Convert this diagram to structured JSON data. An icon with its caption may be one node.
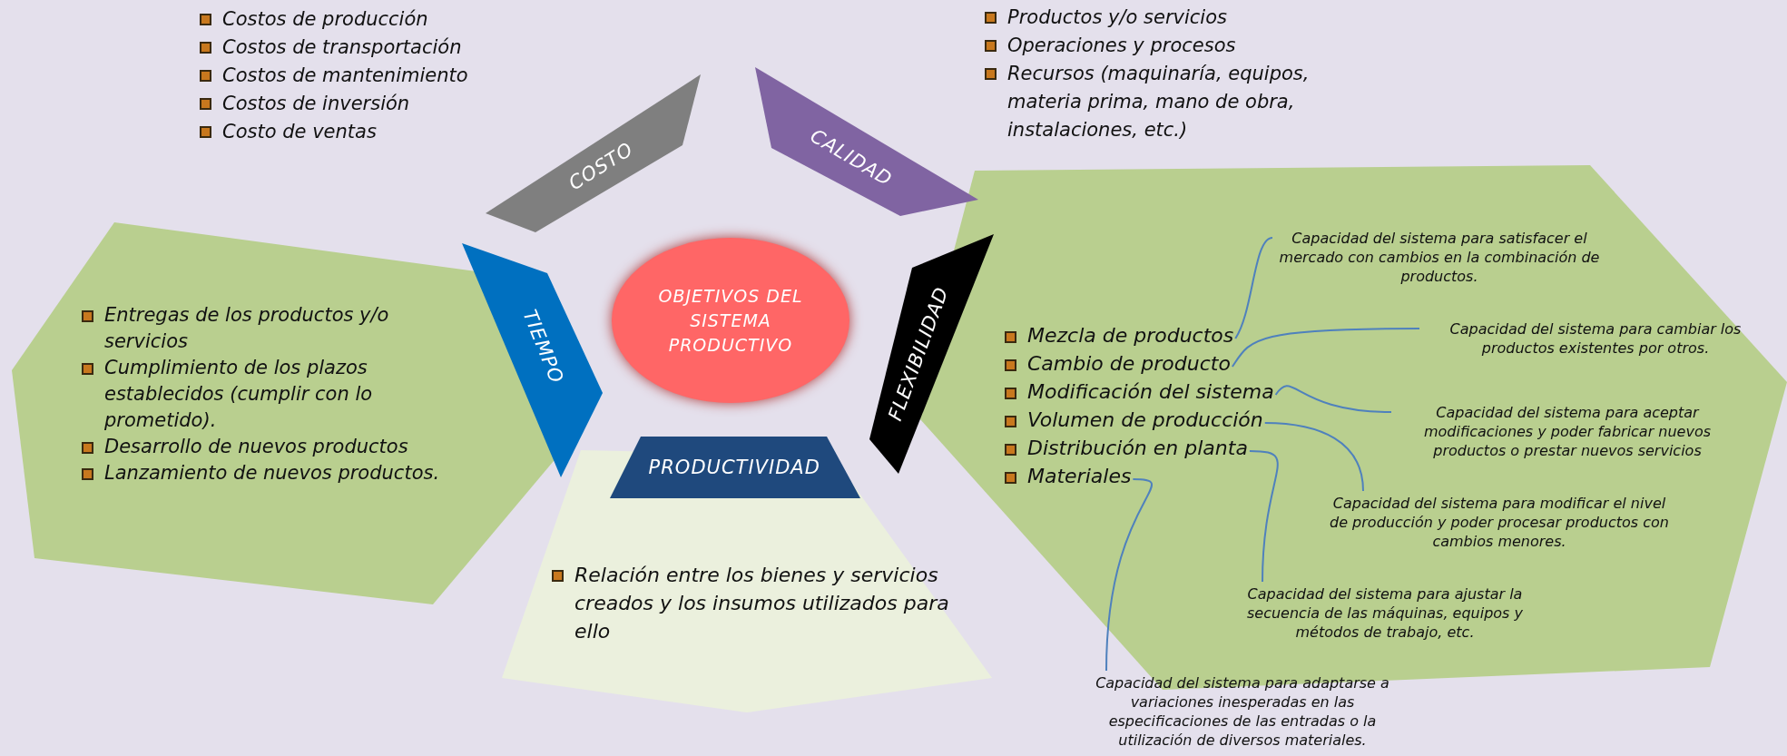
{
  "diagram": {
    "nodes": [
      {
        "text": [
          "COSTO"
        ]
      },
      {
        "text": [
          "CALIDAD"
        ]
      },
      {
        "text": [
          "TIEMPO"
        ]
      },
      {
        "text": [
          "OBJETIVOS DEL SISTEMA PRODUCTIVO"
        ]
      },
      {
        "text": [
          "FLEXIBILIDAD"
        ]
      },
      {
        "text": [
          "PRODUCTIVIDAD"
        ]
      },
      {
        "text": [
          "Entregas de los productos y/o servicios",
          "Cumplimiento de los plazos establecidos (cumplir con lo prometido).",
          "Desarrollo de nuevos productos",
          "Lanzamiento de nuevos productos."
        ]
      },
      {
        "text": [
          "Relación entre los bienes y servicios creados y los insumos utilizados para ello"
        ]
      },
      {
        "text": [],
        "shape": "box"
      },
      {
        "text": [
          "Mezcla de productos"
        ],
        "in": 8
      },
      {
        "text": [
          "Cambio de producto"
        ],
        "in": 8
      },
      {
        "text": [
          "Modificación del sistema"
        ],
        "in": 8
      },
      {
        "text": [
          "Volumen de producción"
        ],
        "in": 8
      },
      {
        "text": [
          "Distribución en planta"
        ],
        "in": 8
      },
      {
        "text": [
          "Materiales"
        ],
        "in": 8
      },
      {
        "text": [
          "Capacidad del sistema para satisfacer el mercado con cambios en la combinación de productos."
        ],
        "in": 8
      },
      {
        "text": [
          "Capacidad del sistema para cambiar los productos existentes por otros."
        ],
        "in": 8
      },
      {
        "text": [
          "Capacidad del sistema para aceptar modificaciones y poder fabricar nuevos productos o prestar nuevos servicios"
        ],
        "in": 8
      },
      {
        "text": [
          "Capacidad del sistema para modificar el nivel de producción y poder procesar productos con cambios menores."
        ],
        "in": 8
      },
      {
        "text": [
          "Capacidad del sistema para ajustar la secuencia de las máquinas, equipos y métodos de trabajo, etc."
        ],
        "in": 8
      },
      {
        "text": [
          "Capacidad del sistema para adaptarse a variaciones inesperadas en las especificaciones de las entradas o la utilización de diversos materiales."
        ]
      }
    ],
    "edges": [
      {
        "from": 9,
        "to": 15,
        "arrow": "none"
      },
      {
        "from": 10,
        "to": 16,
        "arrow": "none"
      },
      {
        "from": 11,
        "to": 17,
        "arrow": "none"
      },
      {
        "from": 12,
        "to": 18,
        "arrow": "none"
      },
      {
        "from": 13,
        "to": 19,
        "arrow": "none"
      },
      {
        "from": 14,
        "to": 20,
        "arrow": "none"
      }
    ],
    "labels": [
      "Costos de producción",
      "Costos de transportación",
      "Costos de mantenimiento",
      "Costos de inversión",
      "Costo de ventas",
      "Productos y/o servicios",
      "Operaciones y procesos",
      "Recursos (maquinaría, equipos, materia prima, mano de obra, instalaciones, etc.)"
    ]
  }
}
